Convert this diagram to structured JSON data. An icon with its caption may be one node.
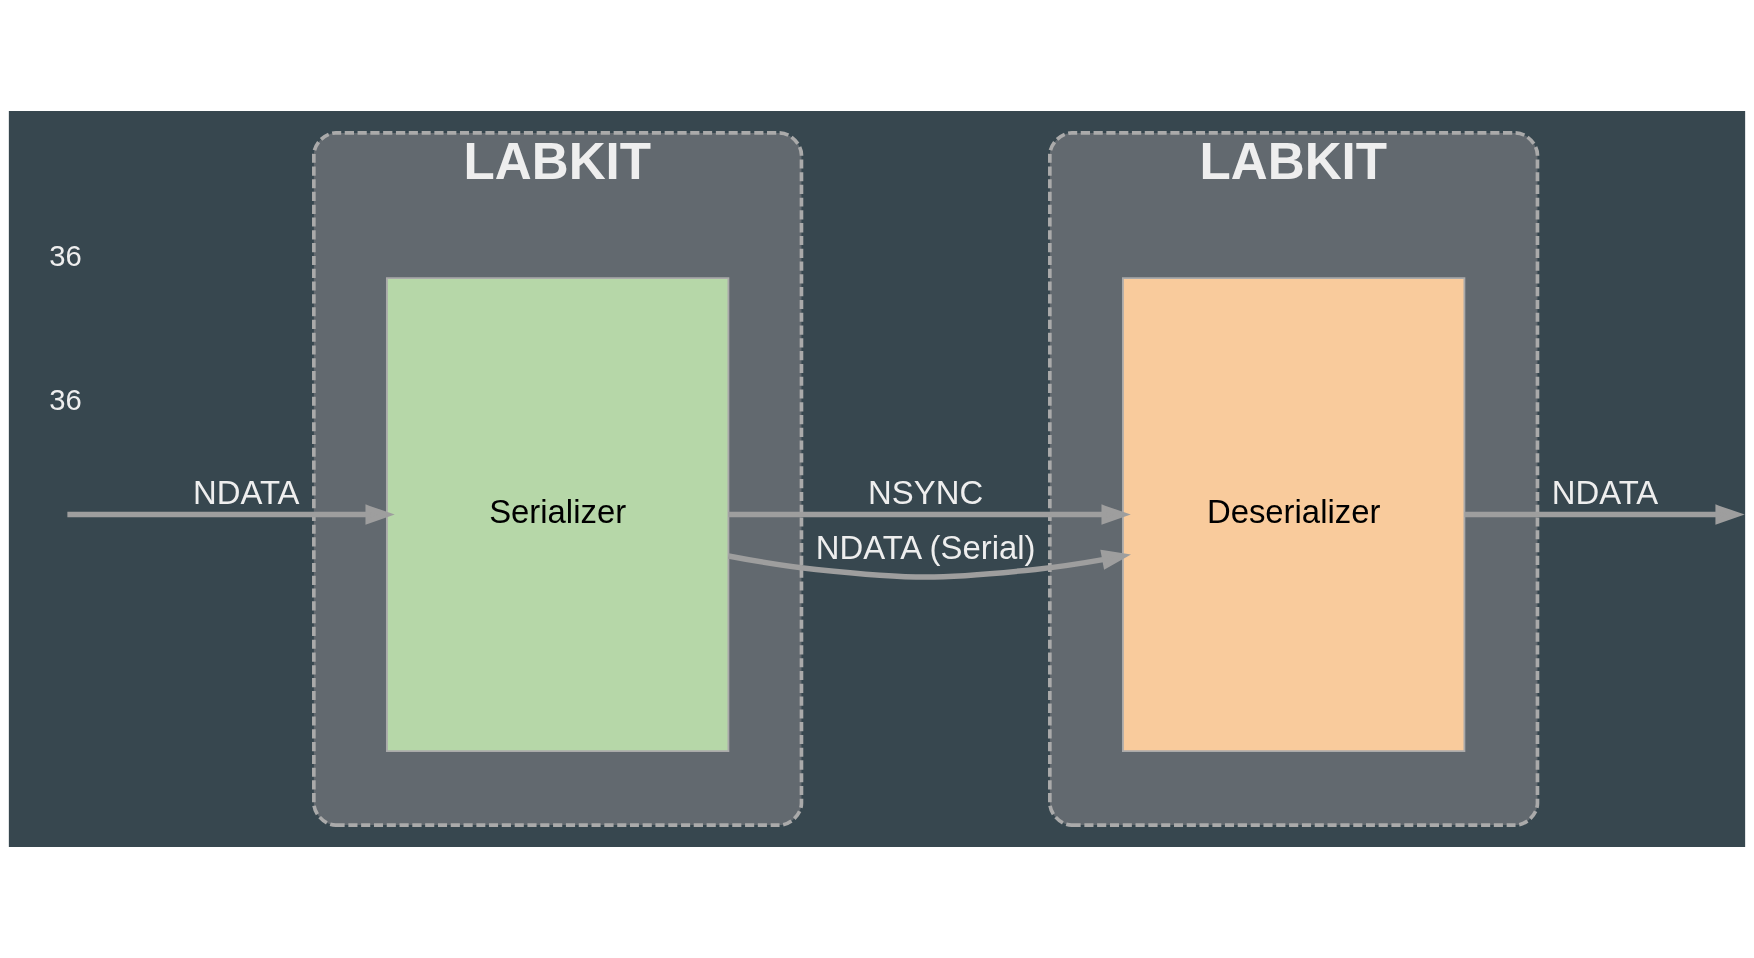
{
  "diagram": {
    "nodes": [
      {
        "text": [
          "LABKIT"
        ]
      },
      {
        "text": [
          "Serializer"
        ],
        "in": 0
      },
      {
        "text": [
          "LABKIT"
        ]
      },
      {
        "text": [
          "Deserializer"
        ],
        "in": 2
      }
    ],
    "edges": [
      {
        "from": null,
        "to": 1,
        "arrow": "to",
        "label": "NDATA"
      },
      {
        "from": 1,
        "to": 3,
        "arrow": "to",
        "label": "NSYNC"
      },
      {
        "from": 1,
        "to": 3,
        "arrow": "to",
        "label": "NDATA (Serial)"
      },
      {
        "from": 3,
        "to": null,
        "arrow": "to",
        "label": "NDATA"
      }
    ],
    "labels": [
      "36",
      "36"
    ]
  }
}
